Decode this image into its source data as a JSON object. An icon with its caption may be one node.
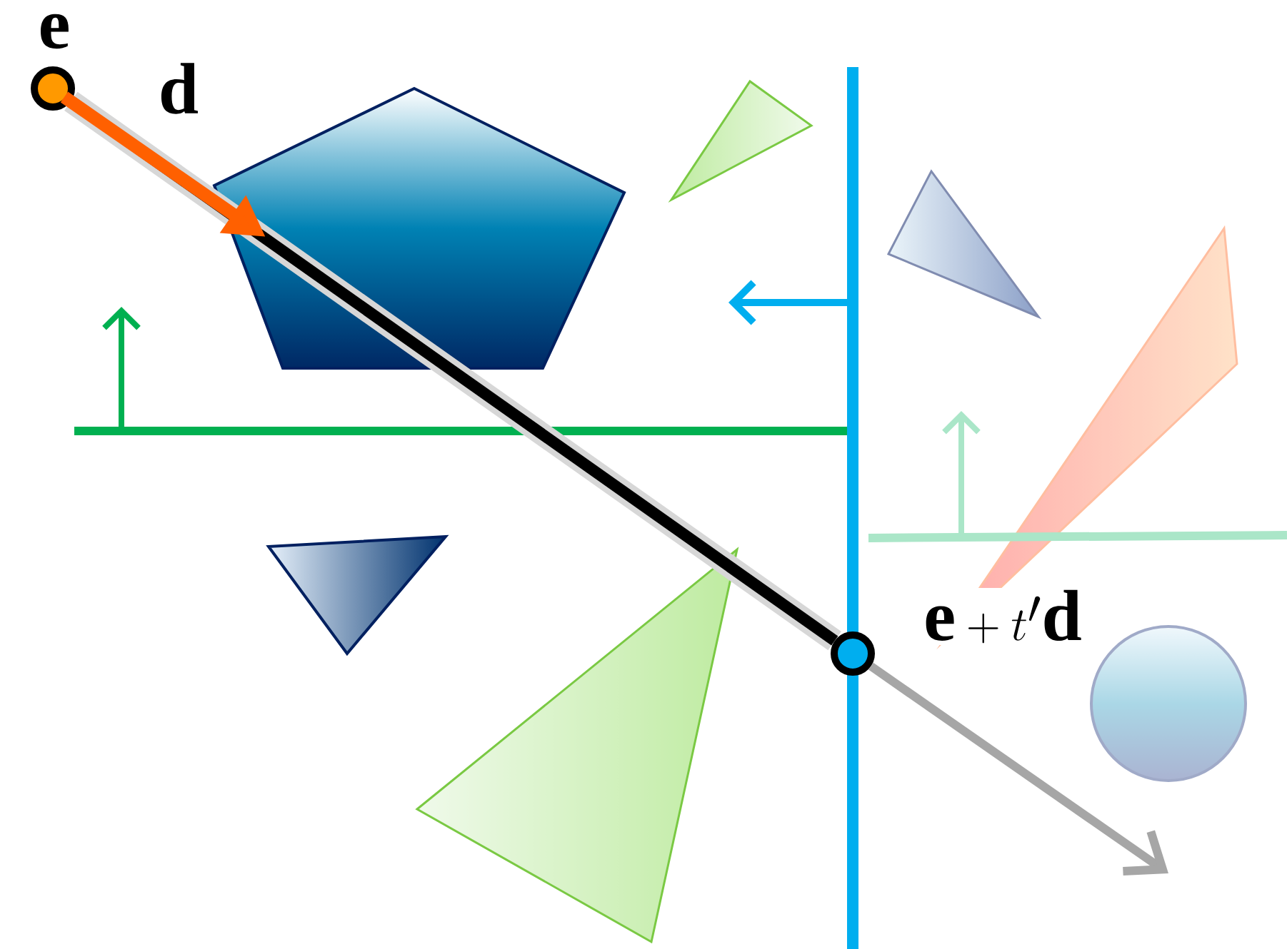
{
  "diagram": {
    "nodes": [
      {
        "text": [],
        "shape": "circle",
        "beside": [
          "\\mathbf{e}"
        ]
      },
      {
        "text": [],
        "shape": "circle",
        "beside": [
          "\\mathbf{e}+t'\\mathbf{d}"
        ]
      }
    ],
    "edges": [
      {
        "from": 0,
        "to": 1,
        "arrow": "none",
        "style": "thick"
      },
      {
        "from": 1,
        "to": null,
        "arrow": "to",
        "color": "#a6a6a6"
      }
    ],
    "labels": [
      "\\mathbf{d}"
    ]
  }
}
